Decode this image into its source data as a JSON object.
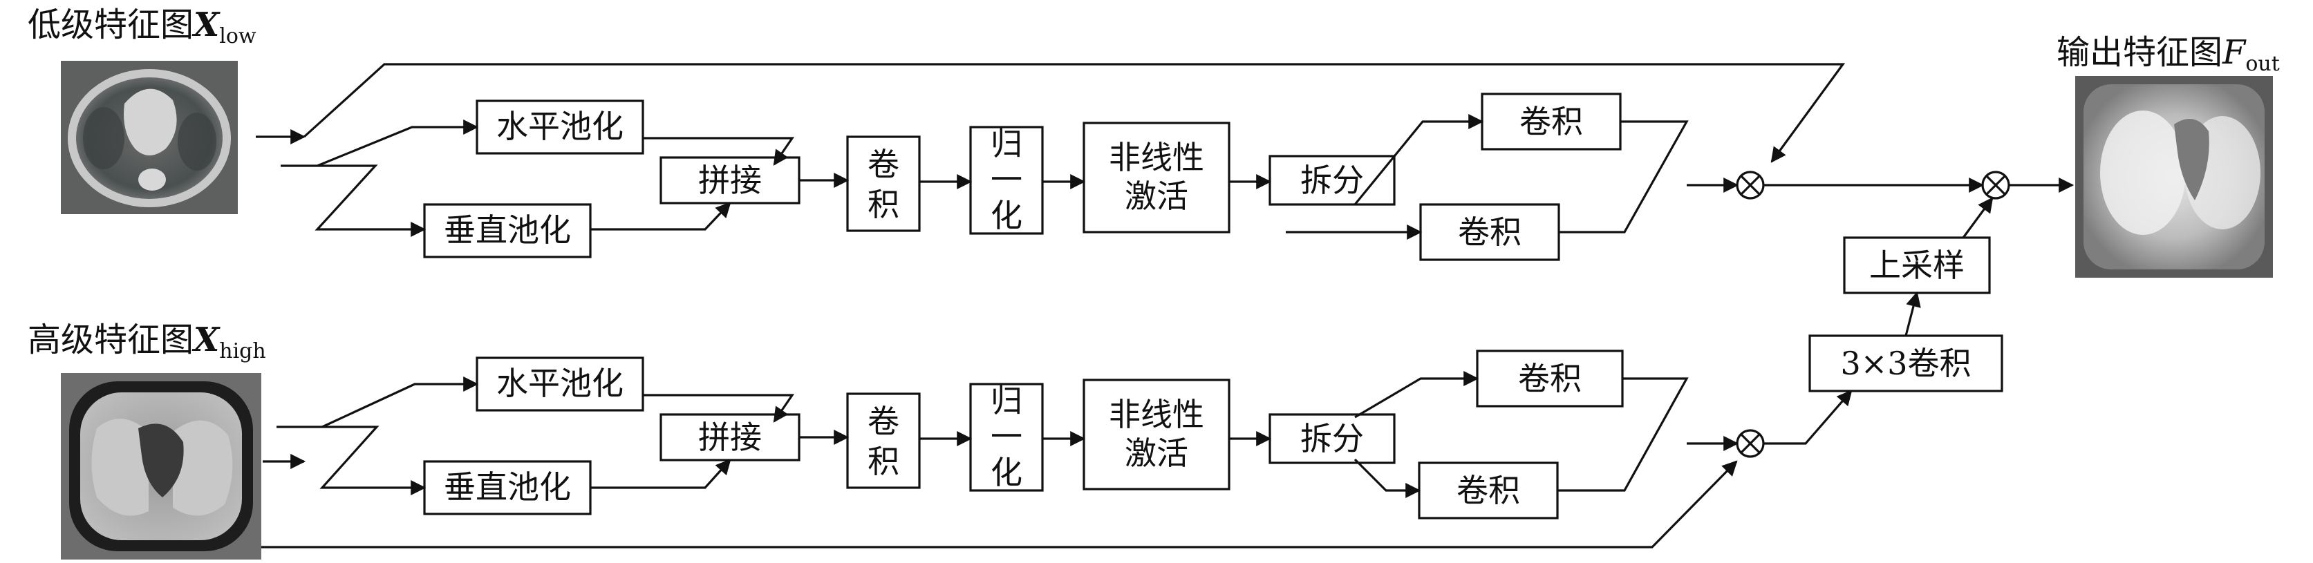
{
  "inputs": {
    "low": {
      "label_main": "低级特征图",
      "label_var": "X",
      "label_sub": "low"
    },
    "high": {
      "label_main": "高级特征图",
      "label_var": "X",
      "label_sub": "high"
    }
  },
  "output": {
    "label_main": "输出特征图",
    "label_var": "F",
    "label_sub": "out"
  },
  "branch_top": {
    "h_pool": "水平池化",
    "v_pool": "垂直池化",
    "concat": "拼接",
    "conv": [
      "卷",
      "积"
    ],
    "norm": [
      "归",
      "一",
      "化"
    ],
    "act": [
      "非线性",
      "激活"
    ],
    "split": "拆分",
    "conv_up": "卷积",
    "conv_down": "卷积"
  },
  "branch_bottom": {
    "h_pool": "水平池化",
    "v_pool": "垂直池化",
    "concat": "拼接",
    "conv": [
      "卷",
      "积"
    ],
    "norm": [
      "归",
      "一",
      "化"
    ],
    "act": [
      "非线性",
      "激活"
    ],
    "split": "拆分",
    "conv_up": "卷积",
    "conv_down": "卷积"
  },
  "conv3x3": "3×3卷积",
  "upsample": "上采样"
}
